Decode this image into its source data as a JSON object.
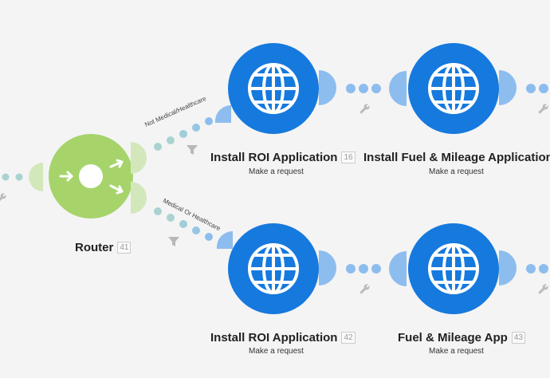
{
  "router": {
    "title": "Router",
    "id": "41"
  },
  "routes": {
    "top_label": "Not Medical/Healthcare",
    "bottom_label": "Medical Or Healthcare"
  },
  "modules": [
    {
      "title": "Install ROI Application",
      "id": "16",
      "subtitle": "Make a request"
    },
    {
      "title": "Install Fuel & Mileage Application",
      "id": "",
      "subtitle": "Make a request"
    },
    {
      "title": "Install ROI Application",
      "id": "42",
      "subtitle": "Make a request"
    },
    {
      "title": "Fuel & Mileage App",
      "id": "43",
      "subtitle": "Make a request"
    }
  ],
  "icons": {
    "http": "globe-icon",
    "router": "router-arrows-icon",
    "filter": "filter-icon",
    "settings": "wrench-icon"
  },
  "colors": {
    "http_blue": "#1679dd",
    "connector_blue": "#8dbdee",
    "router_green": "#a6d46b",
    "router_connector": "#d2e8bb",
    "dot_teal": "#a9d3d1"
  }
}
